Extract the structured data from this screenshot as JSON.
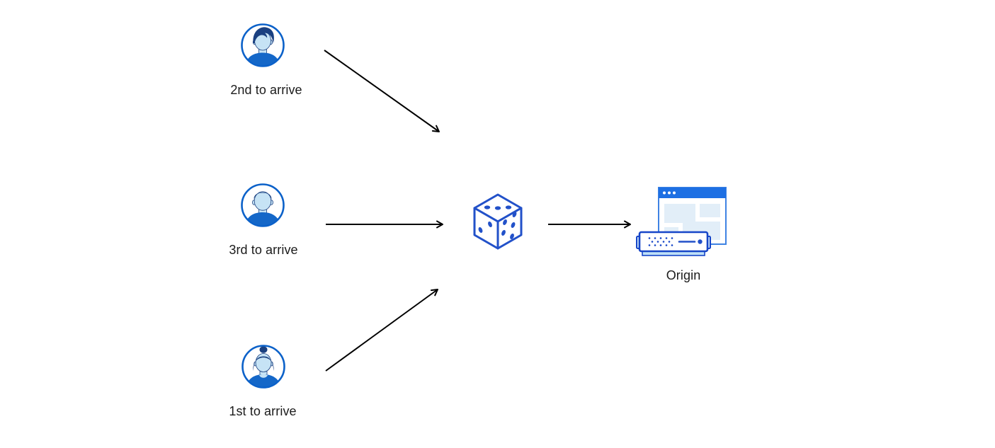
{
  "diagram": {
    "background": "#ffffff",
    "nodes": [
      {
        "id": "user-2nd",
        "icon": "user-avatar-icon",
        "variant": "male-swept-hair",
        "label": "2nd to arrive"
      },
      {
        "id": "user-3rd",
        "icon": "user-avatar-icon",
        "variant": "male-short-hair",
        "label": "3rd to arrive"
      },
      {
        "id": "user-1st",
        "icon": "user-avatar-icon",
        "variant": "female-hair-bun",
        "label": "1st to arrive"
      },
      {
        "id": "dice",
        "icon": "dice-icon",
        "variant": "cube-pips-3-2-5",
        "label": ""
      },
      {
        "id": "origin",
        "icon": "origin-server-icon",
        "variant": "browser-window-with-server",
        "label": "Origin"
      }
    ],
    "edges": [
      {
        "from": "user-2nd",
        "to": "dice",
        "style": "black-arrow"
      },
      {
        "from": "user-3rd",
        "to": "dice",
        "style": "black-arrow"
      },
      {
        "from": "user-1st",
        "to": "dice",
        "style": "black-arrow"
      },
      {
        "from": "dice",
        "to": "origin",
        "style": "black-arrow"
      }
    ],
    "colors": {
      "avatar_ring_blue": "#0b61c9",
      "shirt_blue": "#1467c8",
      "hair_navy": "#1a4080",
      "face_light_blue": "#c6e3f5",
      "dice_blue": "#2251c9",
      "titlebar_blue": "#1d6fe3",
      "window_stroke_blue": "#3f83e3",
      "panel_light_blue": "#e2eef8",
      "server_stroke_blue": "#1746c8",
      "server_base_blue": "#bfe0f7",
      "bracket_fill_blue": "#cfe7f8",
      "arrow_black": "#000000",
      "label_text": "#1b1b1b"
    }
  }
}
